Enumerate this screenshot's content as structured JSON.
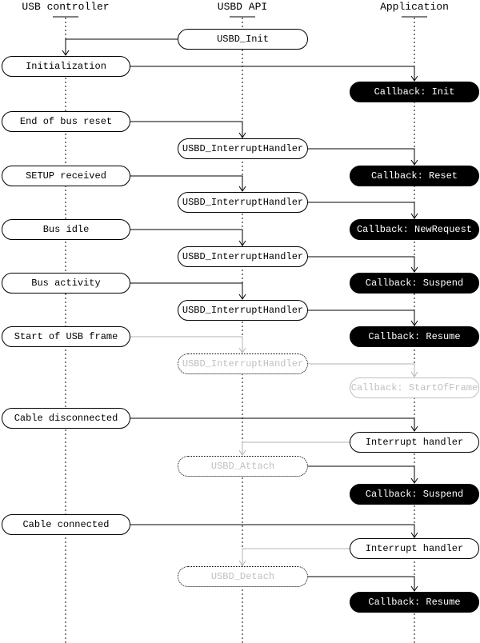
{
  "columns": {
    "controller": "USB controller",
    "api": "USBD API",
    "app": "Application"
  },
  "labels": {
    "usbd_init": "USBD_Init",
    "initialization": "Initialization",
    "callback_init": "Callback: Init",
    "end_of_bus_reset": "End of bus reset",
    "usbd_interrupt_handler": "USBD_InterruptHandler",
    "callback_reset": "Callback: Reset",
    "setup_received": "SETUP received",
    "callback_new_request": "Callback: NewRequest",
    "bus_idle": "Bus idle",
    "callback_suspend": "Callback: Suspend",
    "bus_activity": "Bus activity",
    "callback_resume": "Callback: Resume",
    "start_of_usb_frame": "Start of USB frame",
    "callback_start_of_frame": "Callback: StartOfFrame",
    "cable_disconnected": "Cable disconnected",
    "interrupt_handler": "Interrupt handler",
    "usbd_attach": "USBD_Attach",
    "cable_connected": "Cable connected",
    "usbd_detach": "USBD_Detach"
  },
  "colors": {
    "active_line": "#000000",
    "inactive_line": "#b3b3b3",
    "inactive_text": "#c0c0c0",
    "callback_bg": "#000000",
    "callback_text": "#ffffff"
  }
}
